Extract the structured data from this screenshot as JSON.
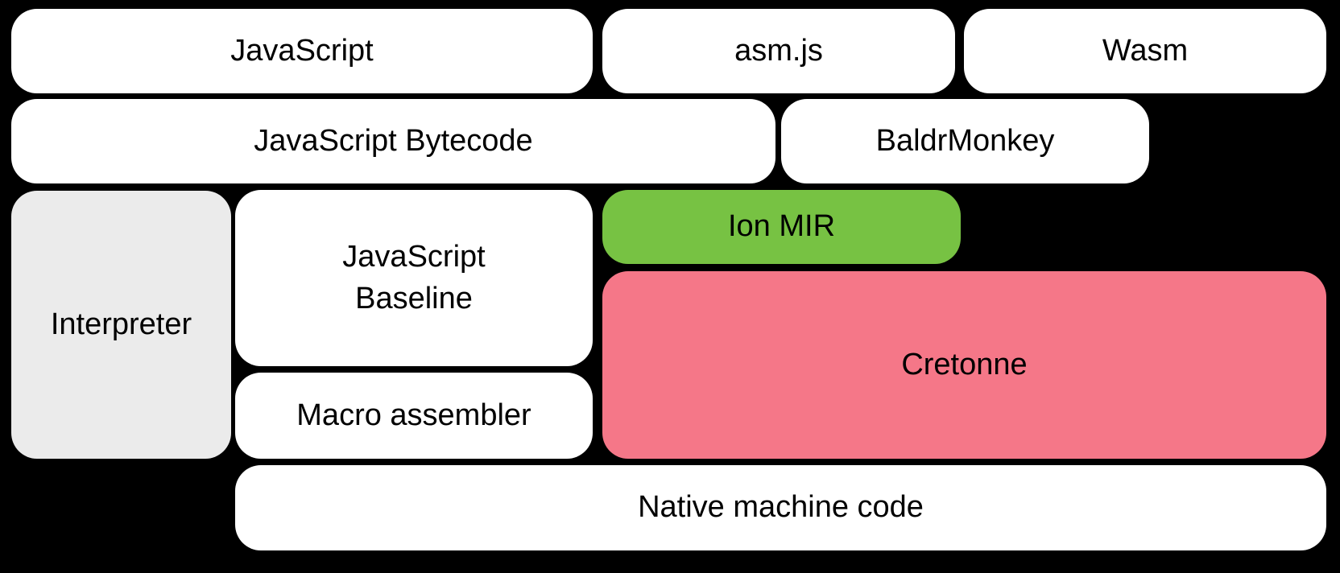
{
  "diagram": {
    "description": "Compiler pipeline diagram",
    "colors": {
      "background": "#000000",
      "white_box": "#ffffff",
      "gray_box": "#ebebeb",
      "green_box": "#77c243",
      "pink_box": "#f57788",
      "text": "#000000"
    },
    "nodes": [
      {
        "id": "javascript",
        "label": "JavaScript",
        "color": "#ffffff"
      },
      {
        "id": "asmjs",
        "label": "asm.js",
        "color": "#ffffff"
      },
      {
        "id": "wasm",
        "label": "Wasm",
        "color": "#ffffff"
      },
      {
        "id": "js-bytecode",
        "label": "JavaScript Bytecode",
        "color": "#ffffff"
      },
      {
        "id": "baldrmonkey",
        "label": "BaldrMonkey",
        "color": "#ffffff"
      },
      {
        "id": "interpreter",
        "label": "Interpreter",
        "color": "#ebebeb"
      },
      {
        "id": "js-baseline",
        "label": "JavaScript\nBaseline",
        "color": "#ffffff"
      },
      {
        "id": "ion-mir",
        "label": "Ion MIR",
        "color": "#77c243"
      },
      {
        "id": "macro-assembler",
        "label": "Macro assembler",
        "color": "#ffffff"
      },
      {
        "id": "cretonne",
        "label": "Cretonne",
        "color": "#f57788"
      },
      {
        "id": "native-machine-code",
        "label": "Native machine code",
        "color": "#ffffff"
      }
    ]
  }
}
